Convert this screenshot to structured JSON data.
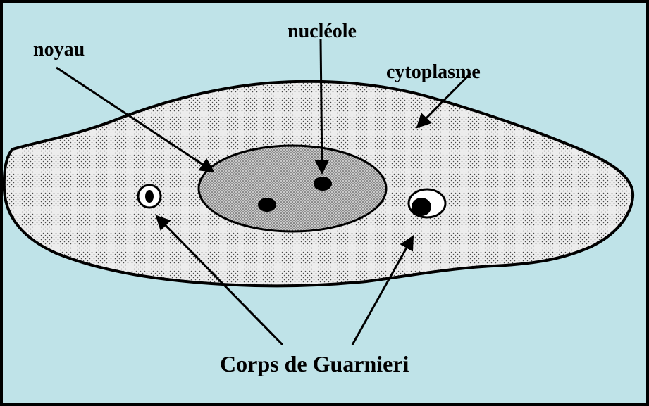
{
  "colors": {
    "background": "#bfe3e8",
    "frame": "#000000",
    "cytoplasm_fill": "#ededed",
    "cytoplasm_dots": "#4a4a4a",
    "nucleus_fill": "#c8c8c8",
    "nucleus_dots": "#3a3a3a",
    "ink": "#000000",
    "vacuole": "#ffffff"
  },
  "labels": {
    "nucleus": "noyau",
    "nucleolus": "nucléole",
    "cytoplasm": "cytoplasme",
    "inclusion_bodies": "Corps de Guarnieri"
  }
}
